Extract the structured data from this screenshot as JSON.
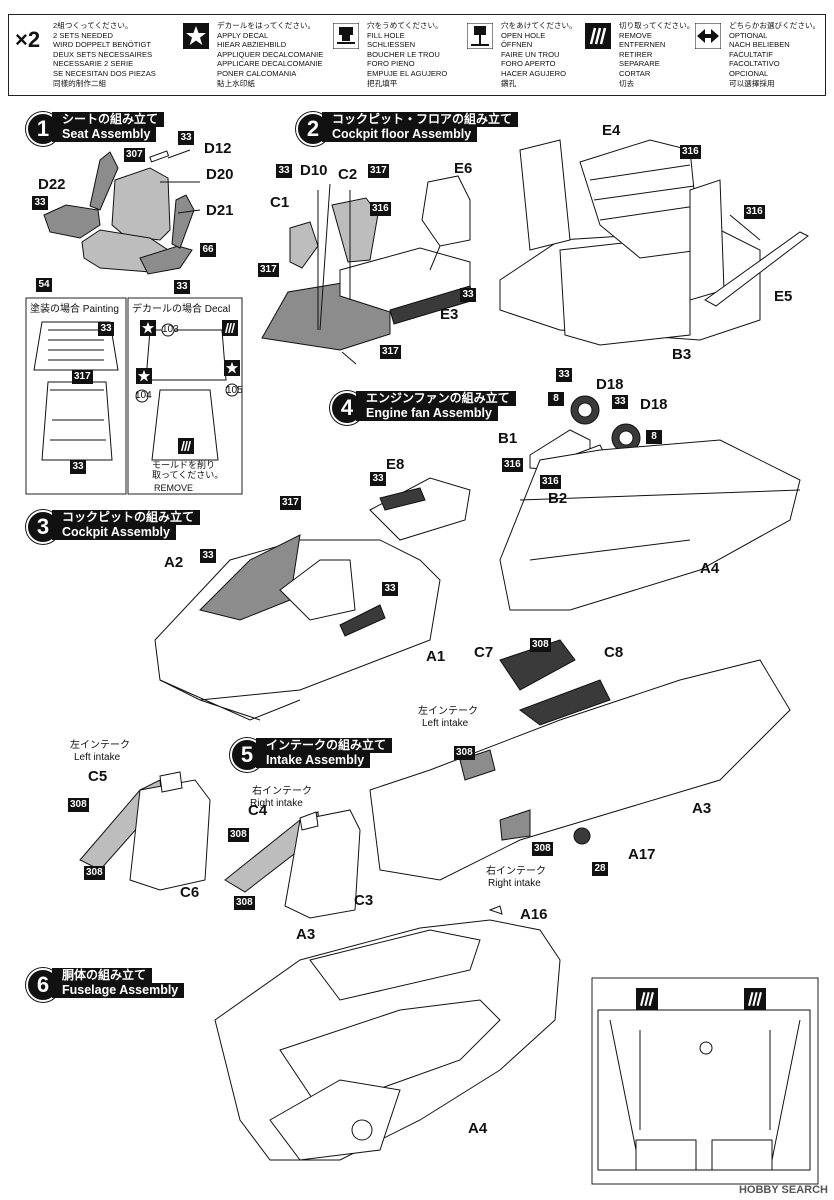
{
  "legend": {
    "multiplier": "×2",
    "items": [
      {
        "icon": "x2-icon",
        "lines": [
          "2組つくってください。",
          "2 SETS NEEDED",
          "WIRD DOPPELT BENÖTIGT",
          "DEUX SETS NECESSAIRES",
          "NECESSARIE 2 SERIE",
          "SE NECESITAN DOS PIEZAS",
          "同樣的制作二組"
        ]
      },
      {
        "icon": "star-icon",
        "lines": [
          "デカールをはってください。",
          "APPLY DECAL",
          "HIEAR ABZIEHBILD",
          "APPLIQUER DECALCOMANIE",
          "APPLICARE DECALCOMANIE",
          "PONER CALCOMANIA",
          "貼上水印紙"
        ]
      },
      {
        "icon": "fill-hole-icon",
        "lines": [
          "穴をうめてください。",
          "FILL HOLE",
          "SCHLIESSEN",
          "BOUCHER LE TROU",
          "FORO PIENO",
          "EMPUJE EL AGUJERO",
          "把孔填平"
        ]
      },
      {
        "icon": "drill-icon",
        "lines": [
          "穴をあけてください。",
          "OPEN HOLE",
          "ÖFFNEN",
          "FAIRE UN TROU",
          "FORO APERTO",
          "HACER AGUJERO",
          "鑽孔"
        ]
      },
      {
        "icon": "cut-icon",
        "lines": [
          "切り取ってください。",
          "REMOVE",
          "ENTFERNEN",
          "RETIRER",
          "SEPARARE",
          "CORTAR",
          "切去"
        ]
      },
      {
        "icon": "optional-arrows-icon",
        "lines": [
          "どちらかお選びください。",
          "OPTIONAL",
          "NACH BELIEBEN",
          "FACULTATIF",
          "FACOLTATIVO",
          "OPCIONAL",
          "可以選擇採用"
        ]
      }
    ]
  },
  "steps": {
    "s1": {
      "num": "1",
      "jp": "シートの組み立て",
      "en": "Seat Assembly"
    },
    "s2": {
      "num": "2",
      "jp": "コックピット・フロアの組み立て",
      "en": "Cockpit floor Assembly"
    },
    "s3": {
      "num": "3",
      "jp": "コックピットの組み立て",
      "en": "Cockpit Assembly"
    },
    "s4": {
      "num": "4",
      "jp": "エンジンファンの組み立て",
      "en": "Engine fan Assembly"
    },
    "s5": {
      "num": "5",
      "jp": "インテークの組み立て",
      "en": "Intake Assembly"
    },
    "s6": {
      "num": "6",
      "jp": "胴体の組み立て",
      "en": "Fuselage Assembly"
    }
  },
  "parts": {
    "d12": "D12",
    "d20": "D20",
    "d21": "D21",
    "d22": "D22",
    "d10": "D10",
    "c2": "C2",
    "c1": "C1",
    "e6": "E6",
    "e3": "E3",
    "e4": "E4",
    "e5": "E5",
    "b3": "B3",
    "d18a": "D18",
    "d18b": "D18",
    "b1": "B1",
    "b2": "B2",
    "a4": "A4",
    "e8": "E8",
    "a2": "A2",
    "a1": "A1",
    "c7": "C7",
    "c8": "C8",
    "a3": "A3",
    "a17": "A17",
    "c5": "C5",
    "c6": "C6",
    "c4": "C4",
    "c3": "C3",
    "a16": "A16",
    "a3b": "A3",
    "a4b": "A4"
  },
  "colors": {
    "c33": "33",
    "c307": "307",
    "c66": "66",
    "c54": "54",
    "c317": "317",
    "c316": "316",
    "c8": "8",
    "c308": "308",
    "c28": "28"
  },
  "inset": {
    "painting": "塗装の場合 Painting",
    "decal": "デカールの場合 Decal",
    "decal_103": "103",
    "decal_104": "104",
    "decal_105": "105",
    "remove_jp": "モールドを削り\n取ってください。",
    "remove_en": "REMOVE"
  },
  "intake_labels": {
    "left_jp": "左インテーク",
    "left_en": "Left intake",
    "right_jp": "右インテーク",
    "right_en": "Right intake"
  },
  "watermark": "HOBBY SEARCH"
}
